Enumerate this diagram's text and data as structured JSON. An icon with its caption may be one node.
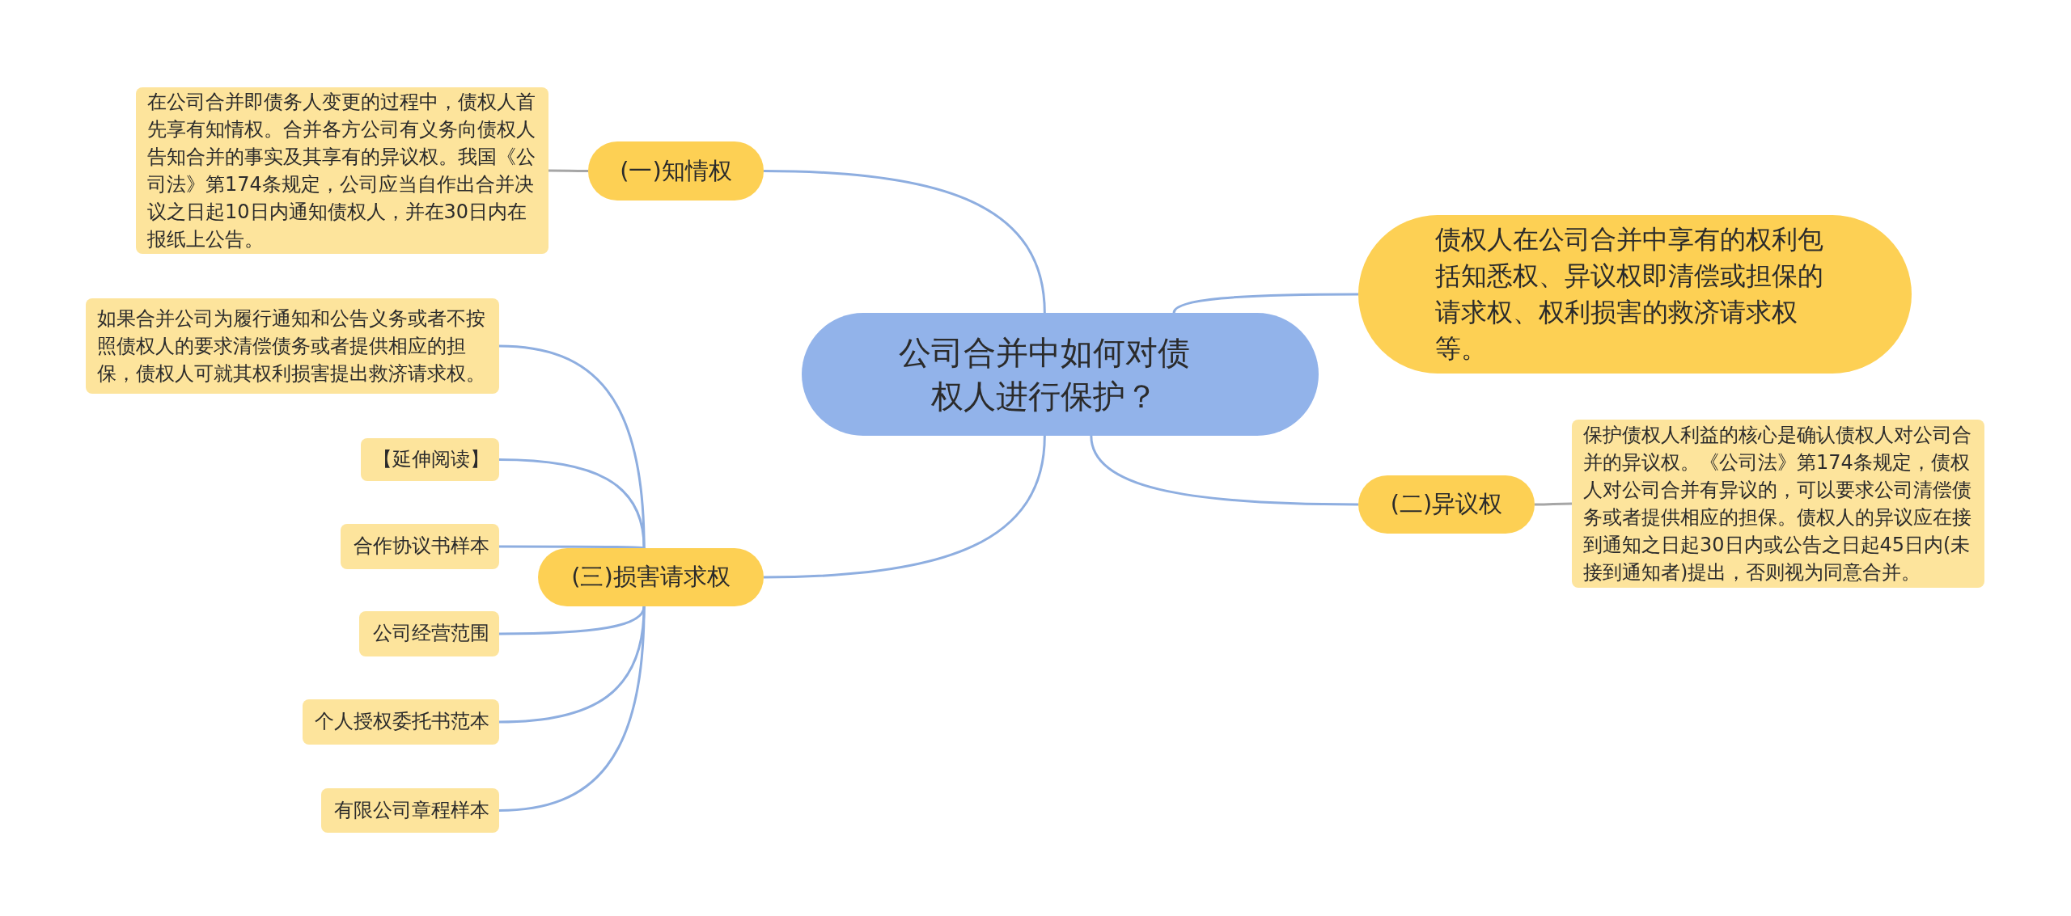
{
  "diagram": {
    "nodes": [
      {
        "text": [
          "公司合并中如何对债权人进行保护？"
        ]
      },
      {
        "text": [
          "(一)知情权"
        ]
      },
      {
        "text": [
          "在公司合并即债务人变更的过程中，债权人首先享有知情权。合并各方公司有义务向债权人告知合并的事实及其享有的异议权。我国《公司法》第174条规定，公司应当自作出合并决议之日起10日内通知债权人，并在30日内在报纸上公告。"
        ]
      },
      {
        "text": [
          "债权人在公司合并中享有的权利包括知悉权、异议权即清偿或担保的请求权、权利损害的救济请求权等。"
        ]
      },
      {
        "text": [
          "(二)异议权"
        ]
      },
      {
        "text": [
          "保护债权人利益的核心是确认债权人对公司合并的异议权。《公司法》第174条规定，债权人对公司合并有异议的，可以要求公司清偿债务或者提供相应的担保。债权人的异议应在接到通知之日起30日内或公告之日起45日内(未接到通知者)提出，否则视为同意合并。"
        ]
      },
      {
        "text": [
          "(三)损害请求权"
        ]
      },
      {
        "text": [
          "如果合并公司为履行通知和公告义务或者不按照债权人的要求清偿债务或者提供相应的担保，债权人可就其权利损害提出救济请求权。"
        ]
      },
      {
        "text": [
          "【延伸阅读】"
        ]
      },
      {
        "text": [
          "合作协议书样本"
        ]
      },
      {
        "text": [
          "公司经营范围"
        ]
      },
      {
        "text": [
          "个人授权委托书范本"
        ]
      },
      {
        "text": [
          "有限公司章程样本"
        ]
      }
    ],
    "edges": [
      {
        "from": 0,
        "to": 1,
        "arrow": "none"
      },
      {
        "from": 1,
        "to": 2,
        "arrow": "none",
        "color": "#a6a6a6"
      },
      {
        "from": 0,
        "to": 3,
        "arrow": "none"
      },
      {
        "from": 0,
        "to": 4,
        "arrow": "none"
      },
      {
        "from": 4,
        "to": 5,
        "arrow": "none",
        "color": "#a6a6a6"
      },
      {
        "from": 0,
        "to": 6,
        "arrow": "none"
      },
      {
        "from": 6,
        "to": 7,
        "arrow": "none"
      },
      {
        "from": 6,
        "to": 8,
        "arrow": "none"
      },
      {
        "from": 6,
        "to": 9,
        "arrow": "none"
      },
      {
        "from": 6,
        "to": 10,
        "arrow": "none"
      },
      {
        "from": 6,
        "to": 11,
        "arrow": "none"
      },
      {
        "from": 6,
        "to": 12,
        "arrow": "none"
      }
    ]
  }
}
